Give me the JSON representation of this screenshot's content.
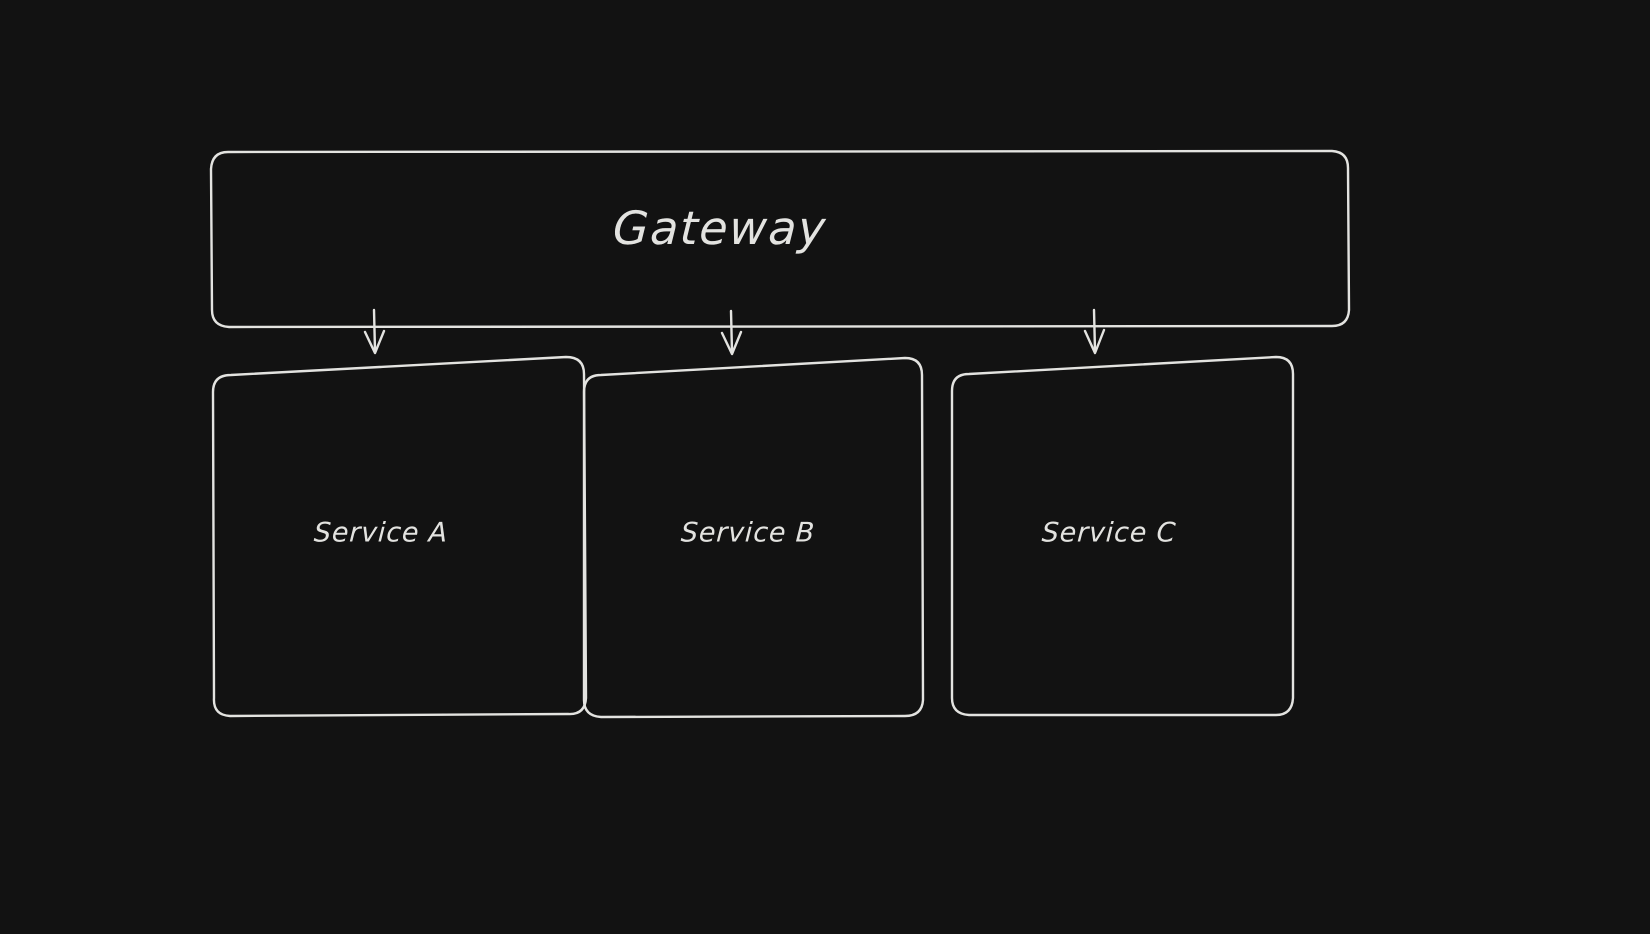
{
  "diagram": {
    "title": "Gateway",
    "background_color": "#121212",
    "stroke_color": "#e3e3e0",
    "text_color": "#e3e3e0",
    "nodes": [
      {
        "id": "gateway",
        "label": "Gateway",
        "shape": "rounded-rectangle"
      },
      {
        "id": "service-a",
        "label": "Service A",
        "shape": "rounded-rectangle"
      },
      {
        "id": "service-b",
        "label": "Service B",
        "shape": "rounded-rectangle"
      },
      {
        "id": "service-c",
        "label": "Service C",
        "shape": "rounded-rectangle"
      }
    ],
    "edges": [
      {
        "from": "gateway",
        "to": "service-a",
        "arrow": "down-arrow-icon"
      },
      {
        "from": "gateway",
        "to": "service-b",
        "arrow": "down-arrow-icon"
      },
      {
        "from": "gateway",
        "to": "service-c",
        "arrow": "down-arrow-icon"
      }
    ]
  }
}
